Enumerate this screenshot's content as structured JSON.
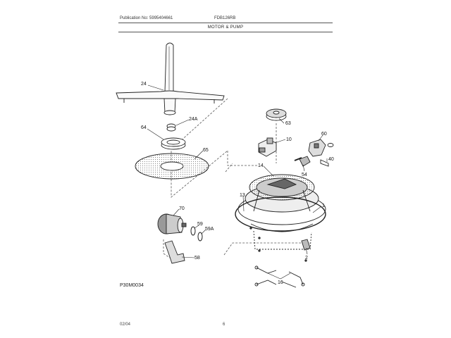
{
  "header": {
    "publication": "Publication No: 5995404661",
    "model": "FDB126RB"
  },
  "title": "MOTOR & PUMP",
  "diagram_ref": "P30M0034",
  "footer": {
    "date": "02/04",
    "page": "6"
  },
  "callouts": [
    "24",
    "24A",
    "64",
    "65",
    "63",
    "10",
    "60",
    "40",
    "54",
    "14",
    "13",
    "1",
    "70",
    "59",
    "59A",
    "2",
    "58",
    "16"
  ]
}
